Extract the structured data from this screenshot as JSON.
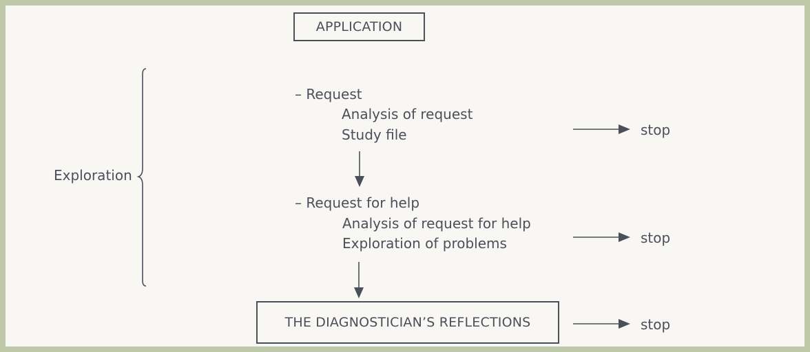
{
  "application_box": "APPLICATION",
  "exploration_label": "Exploration",
  "stage1": {
    "heading": "– Request",
    "items": [
      "Analysis of request",
      "Study file"
    ],
    "outcome": "stop"
  },
  "stage2": {
    "heading": "– Request for help",
    "items": [
      "Analysis of request for help",
      "Exploration of problems"
    ],
    "outcome": "stop"
  },
  "reflections_box": "THE DIAGNOSTICIAN’S REFLECTIONS",
  "reflections_outcome": "stop"
}
